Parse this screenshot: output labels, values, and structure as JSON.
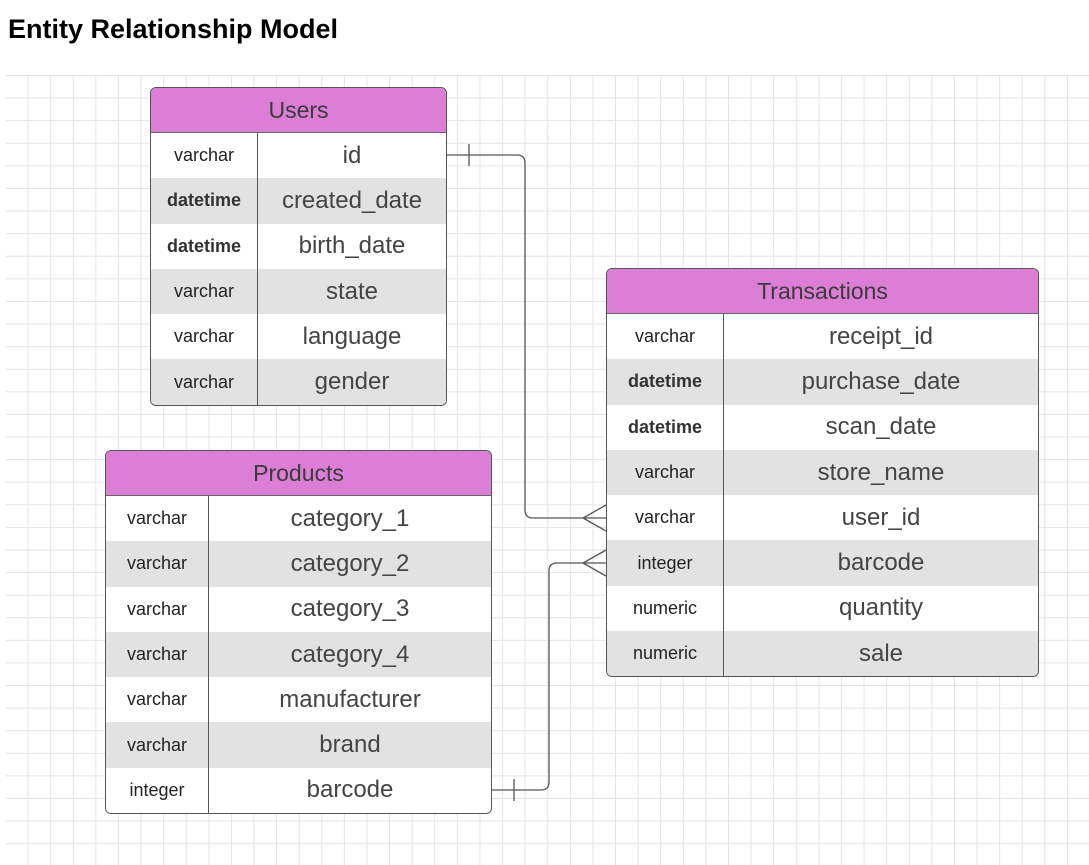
{
  "title": "Entity Relationship Model",
  "colors": {
    "header_fill": "#dc7dd6",
    "row_shaded": "#e2e2e2",
    "border": "#555555",
    "connector": "#555555"
  },
  "entities": {
    "users": {
      "name": "Users",
      "fields": [
        {
          "type": "varchar",
          "name": "id"
        },
        {
          "type": "datetime",
          "name": "created_date"
        },
        {
          "type": "datetime",
          "name": "birth_date"
        },
        {
          "type": "varchar",
          "name": "state"
        },
        {
          "type": "varchar",
          "name": "language"
        },
        {
          "type": "varchar",
          "name": "gender"
        }
      ]
    },
    "products": {
      "name": "Products",
      "fields": [
        {
          "type": "varchar",
          "name": "category_1"
        },
        {
          "type": "varchar",
          "name": "category_2"
        },
        {
          "type": "varchar",
          "name": "category_3"
        },
        {
          "type": "varchar",
          "name": "category_4"
        },
        {
          "type": "varchar",
          "name": "manufacturer"
        },
        {
          "type": "varchar",
          "name": "brand"
        },
        {
          "type": "integer",
          "name": "barcode"
        }
      ]
    },
    "transactions": {
      "name": "Transactions",
      "fields": [
        {
          "type": "varchar",
          "name": "receipt_id"
        },
        {
          "type": "datetime",
          "name": "purchase_date"
        },
        {
          "type": "datetime",
          "name": "scan_date"
        },
        {
          "type": "varchar",
          "name": "store_name"
        },
        {
          "type": "varchar",
          "name": "user_id"
        },
        {
          "type": "integer",
          "name": "barcode"
        },
        {
          "type": "numeric",
          "name": "quantity"
        },
        {
          "type": "numeric",
          "name": "sale"
        }
      ]
    }
  },
  "relationships": [
    {
      "from": "Users.id",
      "from_cardinality": "one",
      "to": "Transactions.user_id",
      "to_cardinality": "many"
    },
    {
      "from": "Products.barcode",
      "from_cardinality": "one",
      "to": "Transactions.barcode",
      "to_cardinality": "many"
    }
  ]
}
